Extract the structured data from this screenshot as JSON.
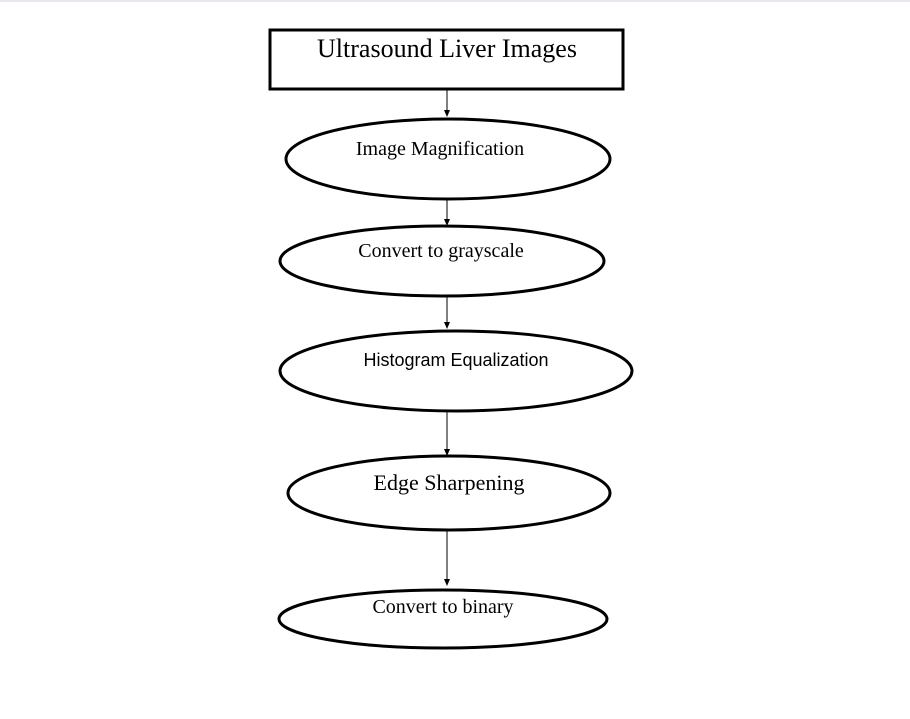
{
  "diagram": {
    "title_box": {
      "label": "Ultrasound Liver Images"
    },
    "steps": [
      {
        "label": "Image Magnification"
      },
      {
        "label": "Convert to grayscale"
      },
      {
        "label": "Histogram Equalization"
      },
      {
        "label": "Edge Sharpening"
      },
      {
        "label": "Convert to binary"
      }
    ],
    "colors": {
      "stroke": "#000000",
      "background": "#ffffff"
    }
  }
}
